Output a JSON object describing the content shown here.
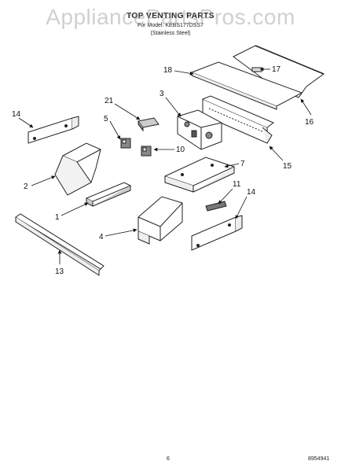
{
  "header": {
    "title": "TOP VENTING PARTS",
    "model_line": "For Model: KEBS177DSS7",
    "finish_line": "(Stainless Steel)"
  },
  "watermark": "AppliancePartsPros.com",
  "callouts": {
    "c1": "1",
    "c2": "2",
    "c3": "3",
    "c4": "4",
    "c5": "5",
    "c7": "7",
    "c10": "10",
    "c11": "11",
    "c13": "13",
    "c14a": "14",
    "c14b": "14",
    "c15": "15",
    "c16": "16",
    "c17": "17",
    "c18": "18",
    "c21": "21"
  },
  "footer": {
    "page": "6",
    "code": "8954941"
  }
}
